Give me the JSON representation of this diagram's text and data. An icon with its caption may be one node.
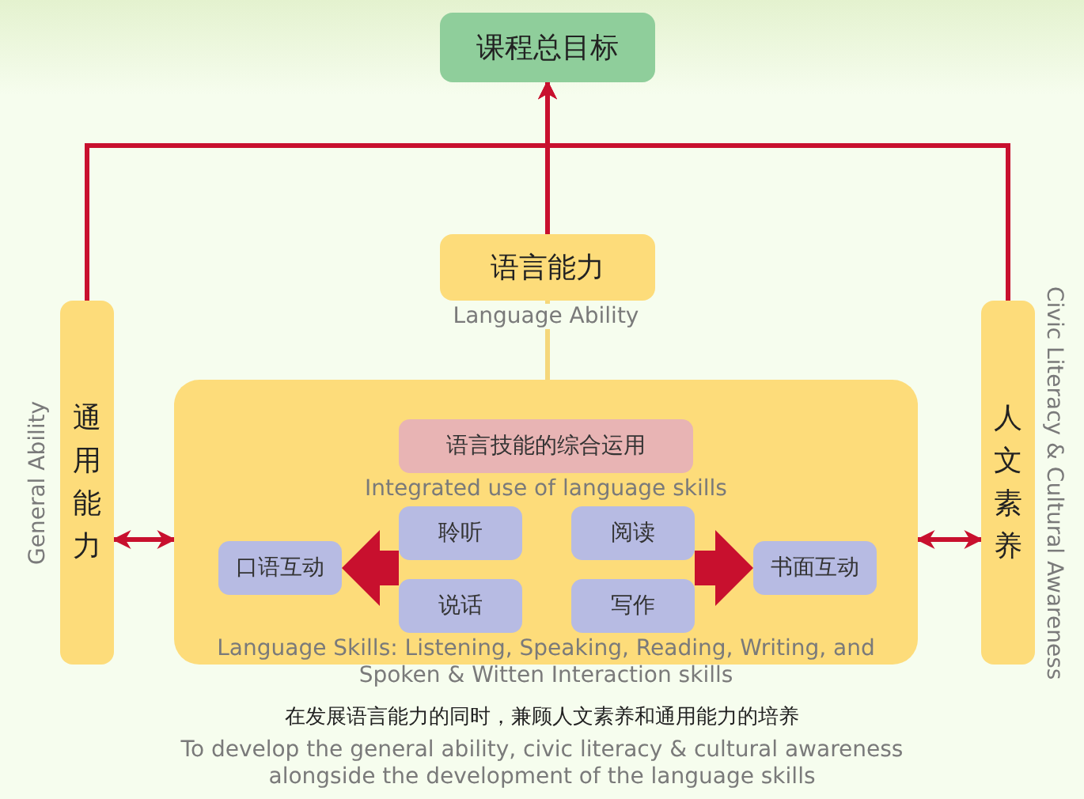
{
  "diagram": {
    "nodes": [
      {
        "text": [
          "课程总目标"
        ]
      },
      {
        "text": [
          "语言能力"
        ],
        "beside": [
          "Language Ability"
        ]
      },
      {
        "text": [
          "通用能力"
        ],
        "beside": [
          "General Ability"
        ]
      },
      {
        "text": [
          "Language Skills: Listening, Speaking, Reading, Writing, and Spoken & Witten Interaction skills"
        ]
      },
      {
        "text": [
          "人文素养"
        ],
        "beside": [
          "Civic Literacy & Cultural Awareness"
        ]
      },
      {
        "text": [
          "语言技能的综合运用"
        ],
        "in": 3,
        "beside": [
          "Integrated use of language skills"
        ]
      },
      {
        "text": [
          "口语互动"
        ],
        "in": 3
      },
      {
        "text": [
          "聆听"
        ],
        "in": 3
      },
      {
        "text": [
          "说话"
        ],
        "in": 3
      },
      {
        "text": [
          "阅读"
        ],
        "in": 3
      },
      {
        "text": [
          "写作"
        ],
        "in": 3
      },
      {
        "text": [
          "书面互动"
        ],
        "in": 3
      }
    ],
    "edges": [
      {
        "from": 1,
        "to": 0,
        "arrow": "to"
      },
      {
        "from": 2,
        "to": 0,
        "arrow": "to"
      },
      {
        "from": 4,
        "to": 0,
        "arrow": "to"
      },
      {
        "from": 1,
        "to": 3,
        "arrow": "none",
        "color": "#f5d77a"
      },
      {
        "from": 2,
        "to": 3,
        "arrow": "both"
      },
      {
        "from": 3,
        "to": 4,
        "arrow": "both"
      },
      {
        "from": 7,
        "to": 6,
        "arrow": "to",
        "style": "thick"
      },
      {
        "from": 8,
        "to": 6,
        "arrow": "to",
        "style": "thick"
      },
      {
        "from": 9,
        "to": 11,
        "arrow": "to",
        "style": "thick"
      },
      {
        "from": 10,
        "to": 11,
        "arrow": "to",
        "style": "thick"
      }
    ],
    "labels": [
      "在发展语言能力的同时，兼顾人文素养和通用能力的培养",
      "To develop the general ability, civic literacy & cultural awareness alongside the development of the language skills"
    ]
  }
}
